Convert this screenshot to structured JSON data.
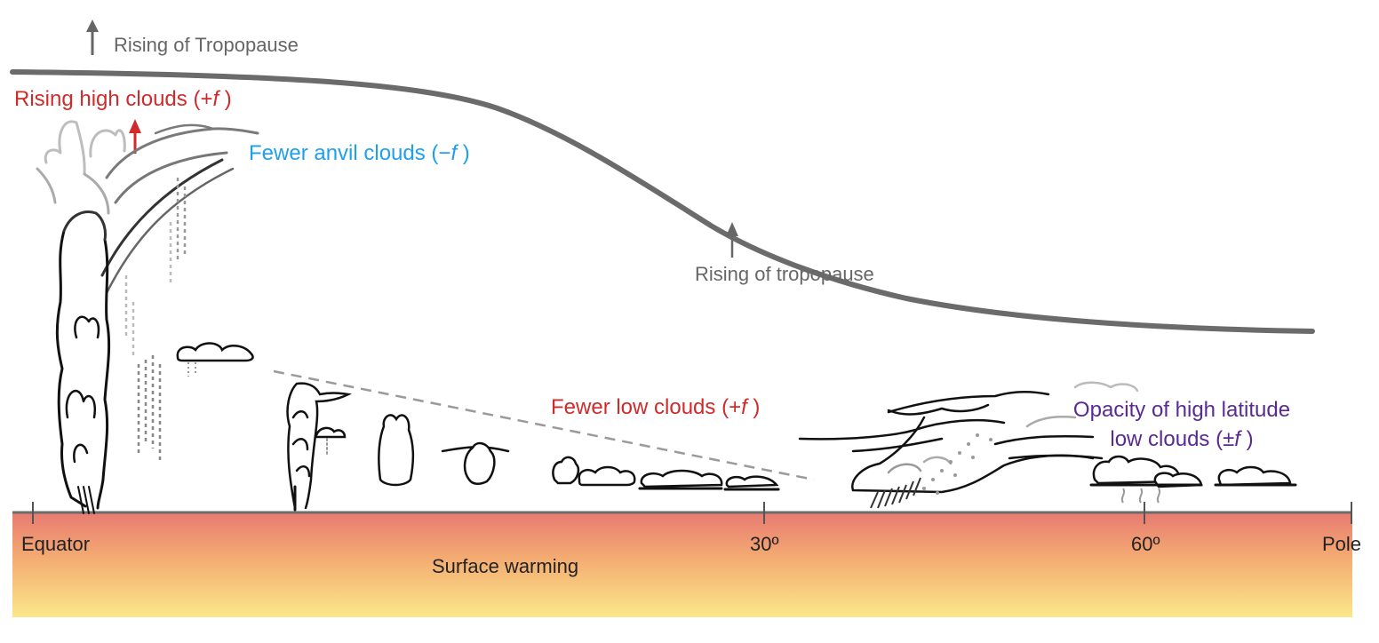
{
  "labels": {
    "tropopause_top": "Rising of Tropopause",
    "tropopause_mid": "Rising of tropopause",
    "high_clouds": "Rising high clouds (+",
    "high_clouds_f": "f",
    "high_clouds_end": " )",
    "anvil_clouds": "Fewer anvil clouds (−",
    "anvil_clouds_f": "f",
    "anvil_clouds_end": " )",
    "low_clouds": "Fewer low clouds (+",
    "low_clouds_f": "f",
    "low_clouds_end": " )",
    "opacity_line1": "Opacity of high latitude",
    "opacity_line2": "low clouds (±",
    "opacity_f": "f",
    "opacity_end": " )",
    "surface": "Surface warming"
  },
  "axis": {
    "ticks": [
      "Equator",
      "30º",
      "60º",
      "Pole"
    ]
  },
  "colors": {
    "tropopause": "#6b6b6b",
    "red": "#d12a2a",
    "blue": "#1ea0ee",
    "purple": "#5a2a93",
    "surface_top": "#e87a72",
    "surface_bottom": "#fbe78a"
  }
}
